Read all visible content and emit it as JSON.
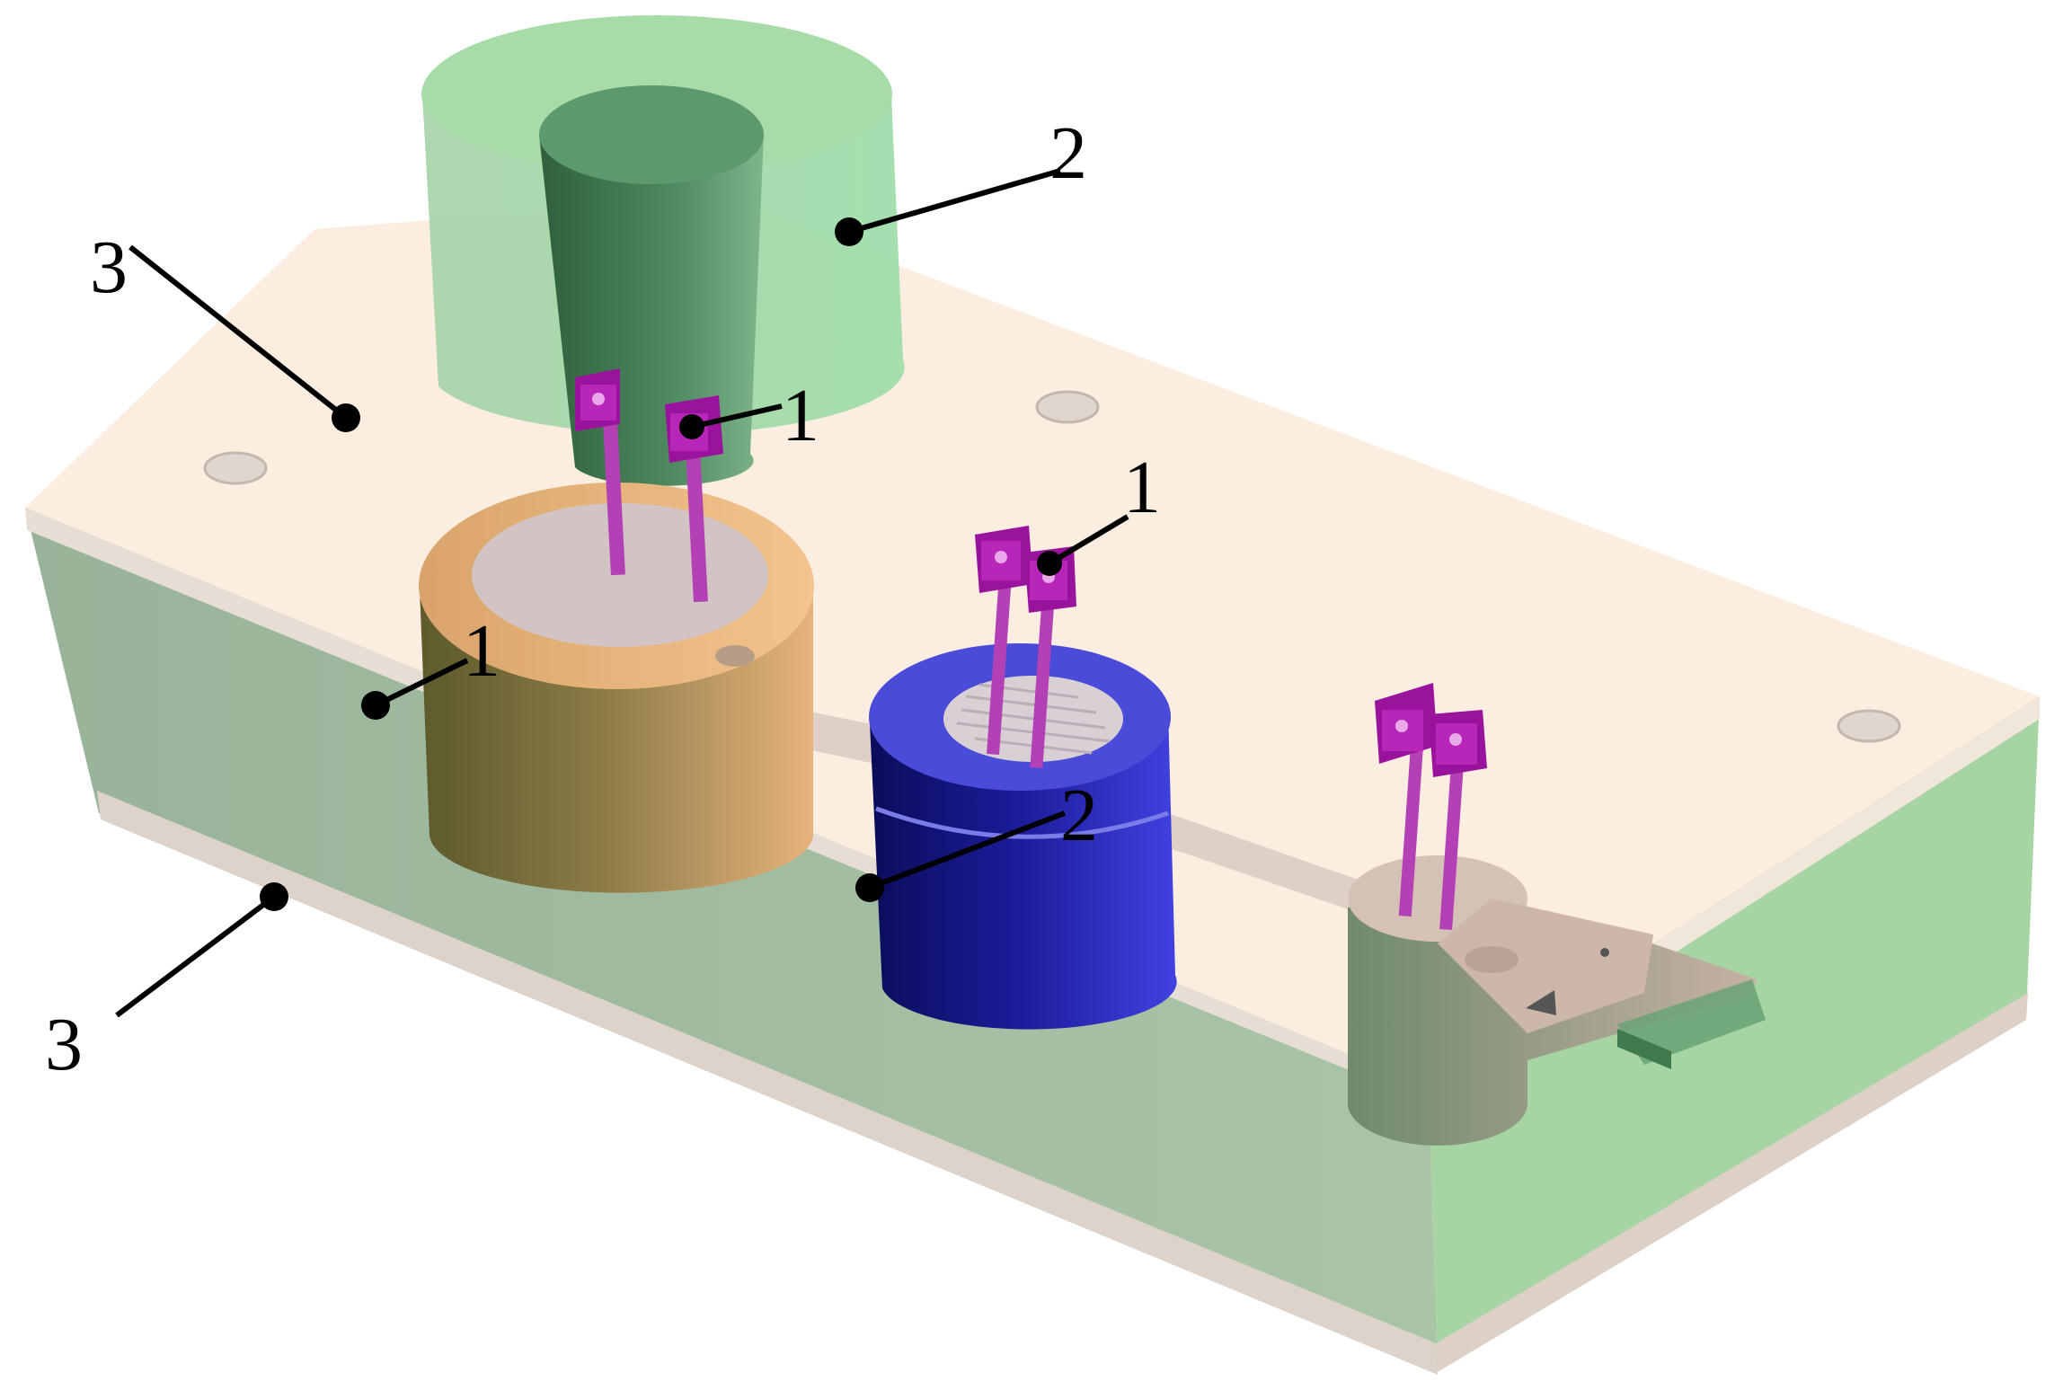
{
  "labels": {
    "top_slab": "3",
    "bottom_slab": "3",
    "top_cylinder": "2",
    "blue_cylinder": "2",
    "top_clip": "1",
    "middle_clip": "1",
    "orange_cylinder": "1"
  },
  "colors": {
    "slab_top": "#fbeee0",
    "slab_front": "#9db69c",
    "slab_edge": "#d9d1c8",
    "slab_right": "#a6d4a3",
    "green_cylinder": "#9ad9a2",
    "green_inner": "#4f8a61",
    "orange_cylinder": "#e9b882",
    "blue_cylinder": "#2e2fbf",
    "tan_part": "#c9b0a4",
    "clip_color": "#a418a4",
    "leader_line": "#000000"
  }
}
